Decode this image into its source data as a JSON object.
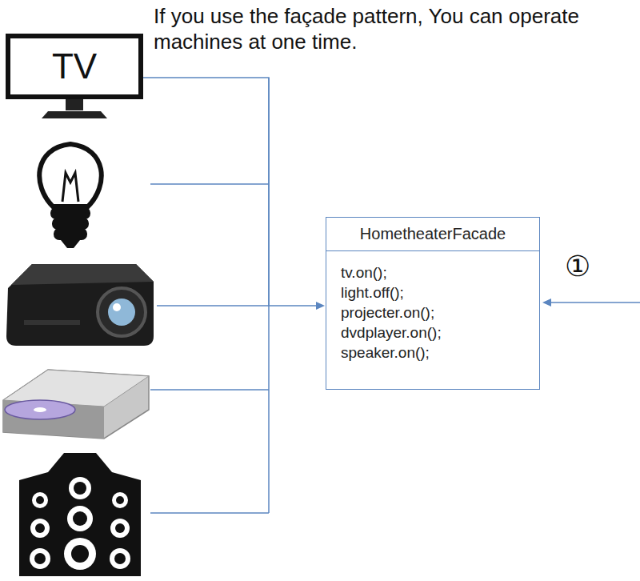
{
  "diagram": {
    "title": "If you use the façade pattern, You can operate machines at one time.",
    "nodes": [
      {
        "text": [
          "TV"
        ]
      },
      {
        "text": [
          "HometheaterFacade",
          "tv.on(); light.off(); projecter.on(); dvdplayer.on(); speaker.on();"
        ]
      }
    ],
    "edges": [
      {
        "from": 0,
        "to": 1,
        "arrow": "to"
      }
    ],
    "labels": [
      "①"
    ]
  }
}
